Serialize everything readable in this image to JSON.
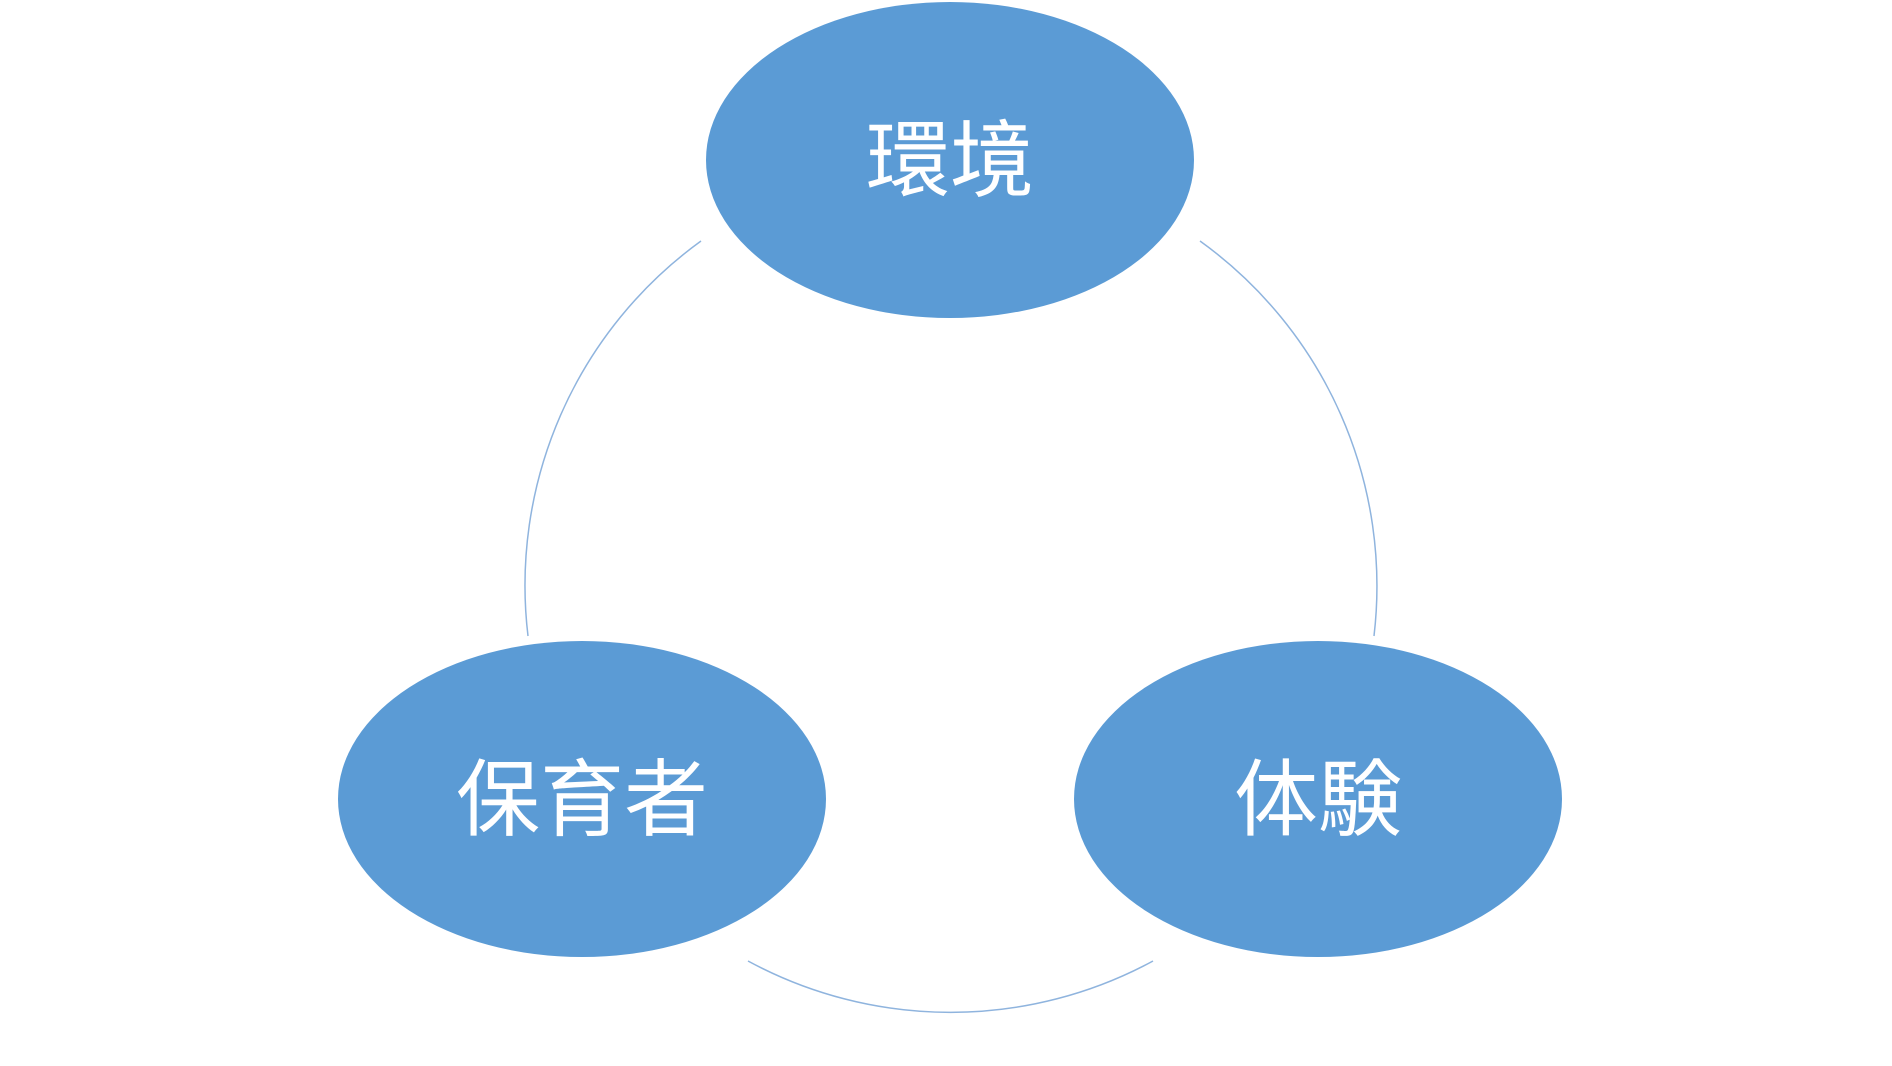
{
  "diagram": {
    "type": "cycle",
    "nodes": [
      {
        "id": "environment",
        "label": "環境"
      },
      {
        "id": "experience",
        "label": "体験"
      },
      {
        "id": "caregiver",
        "label": "保育者"
      }
    ],
    "colors": {
      "node_fill": "#5B9BD5",
      "arc": "#8FB4DE",
      "text": "#FFFFFF"
    }
  }
}
